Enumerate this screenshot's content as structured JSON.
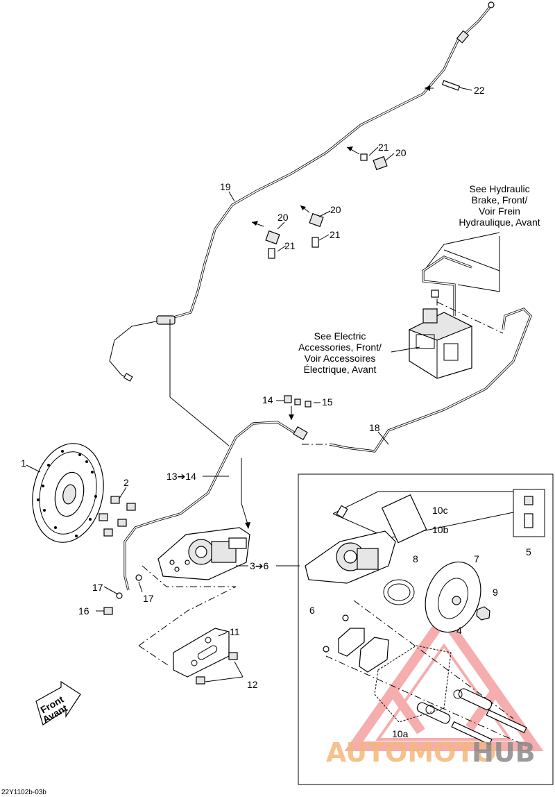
{
  "diagram_code": "22Y1102b-03b",
  "notes": {
    "hydraulic": [
      "See Hydraulic",
      "Brake, Front/",
      "Voir Frein",
      "Hydraulique, Avant"
    ],
    "electric": [
      "See Electric",
      "Accessories, Front/",
      "Voir Accessoires",
      "Électrique, Avant"
    ]
  },
  "front_badge": [
    "Front",
    "Avant"
  ],
  "callouts": {
    "c1": "1",
    "c2": "2",
    "c3to6": "3➔6",
    "c4": "4",
    "c5": "5",
    "c6": "6",
    "c7": "7",
    "c8": "8",
    "c9": "9",
    "c10a": "10a",
    "c10b": "10b",
    "c10c": "10c",
    "c11": "11",
    "c12": "12",
    "c13to14": "13➔14",
    "c14": "14",
    "c15": "15",
    "c16": "16",
    "c17a": "17",
    "c17b": "17",
    "c18": "18",
    "c19": "19",
    "c20a": "20",
    "c20b": "20",
    "c20c": "20",
    "c21a": "21",
    "c21b": "21",
    "c21c": "21",
    "c22": "22"
  },
  "watermark": {
    "auto": "AUTOMOTO",
    "hub": "HUB"
  }
}
